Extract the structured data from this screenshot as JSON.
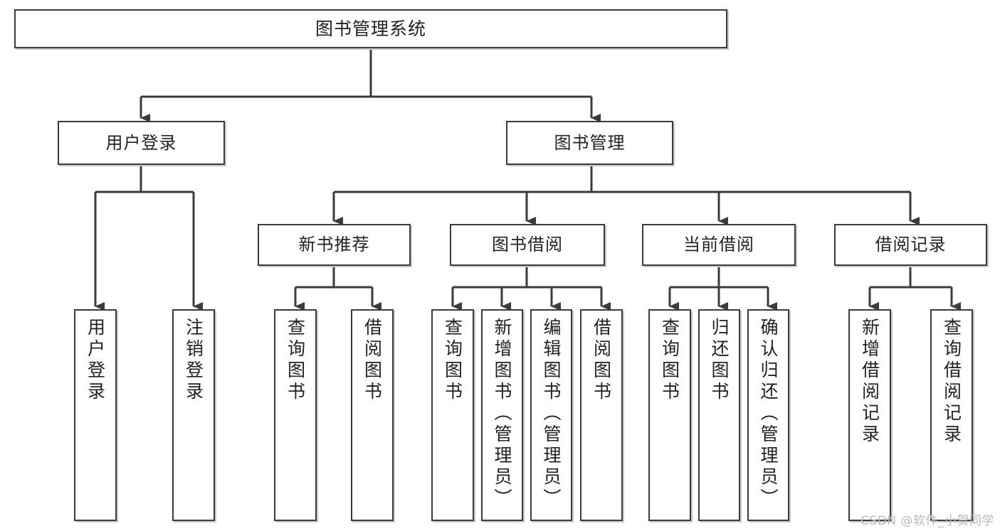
{
  "diagram": {
    "type": "tree",
    "title": "图书管理系统",
    "root": {
      "label": "图书管理系统"
    },
    "level1": [
      {
        "label": "用户登录"
      },
      {
        "label": "图书管理"
      }
    ],
    "level2": [
      {
        "label": "新书推荐"
      },
      {
        "label": "图书借阅"
      },
      {
        "label": "当前借阅"
      },
      {
        "label": "借阅记录"
      }
    ],
    "leaves_user_login": [
      {
        "label": "用户登录"
      },
      {
        "label": "注销登录"
      }
    ],
    "leaves_new_book": [
      {
        "label": "查询图书"
      },
      {
        "label": "借阅图书"
      }
    ],
    "leaves_borrow": [
      {
        "label": "查询图书"
      },
      {
        "label": "新增图书（管理员）"
      },
      {
        "label": "编辑图书（管理员）"
      },
      {
        "label": "借阅图书"
      }
    ],
    "leaves_current": [
      {
        "label": "查询图书"
      },
      {
        "label": "归还图书"
      },
      {
        "label": "确认归还（管理员）"
      }
    ],
    "leaves_records": [
      {
        "label": "新增借阅记录"
      },
      {
        "label": "查询借阅记录"
      }
    ]
  },
  "watermark": {
    "text": "CSDN @软件_小贺同学"
  },
  "colors": {
    "stroke": "#3b3b3b",
    "fill": "#ffffff",
    "text": "#222222",
    "shadow": "#c9c9c9",
    "watermark": "#b9b9b9"
  }
}
